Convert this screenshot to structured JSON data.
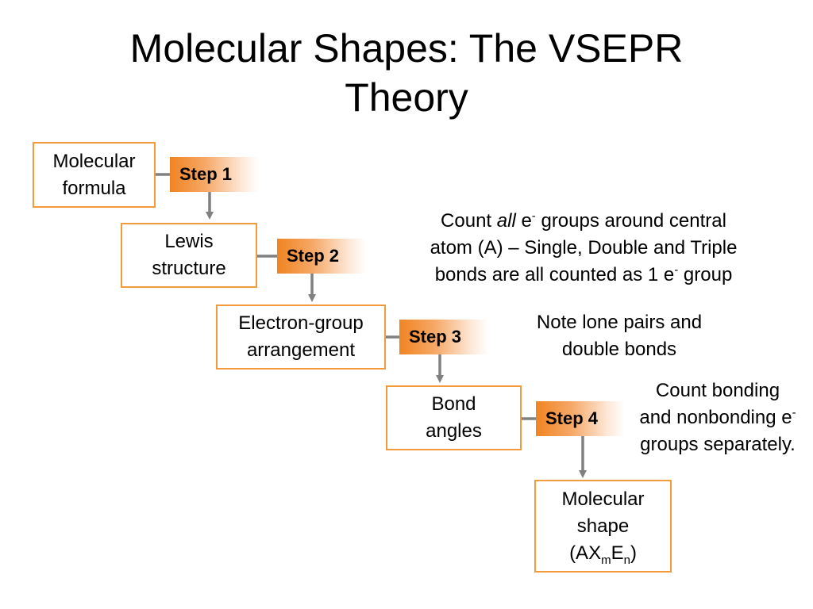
{
  "title": {
    "line1": "Molecular Shapes: The VSEPR",
    "line2": "Theory"
  },
  "boxes": {
    "b1": {
      "line1": "Molecular",
      "line2": "formula"
    },
    "b2": {
      "line1": "Lewis",
      "line2": "structure"
    },
    "b3": {
      "line1": "Electron-group",
      "line2": "arrangement"
    },
    "b4": {
      "line1": "Bond",
      "line2": "angles"
    },
    "b5": {
      "line1": "Molecular",
      "line2": "shape",
      "formula": {
        "open": "(AX",
        "sub_m": "m",
        "e": "E",
        "sub_n": "n",
        "close": ")"
      }
    }
  },
  "steps": [
    "Step 1",
    "Step 2",
    "Step 3",
    "Step 4"
  ],
  "notes": {
    "step2": {
      "l1_a": "Count ",
      "l1_italic": "all",
      "l1_b": " e",
      "l1_sup": "-",
      "l1_c": " groups around central",
      "l2": "atom (A) – Single, Double and Triple",
      "l3_a": "bonds are all counted as 1 e",
      "l3_sup": "-",
      "l3_b": " group"
    },
    "step3": {
      "l1": "Note lone pairs and",
      "l2": "double bonds"
    },
    "step4": {
      "l1": "Count bonding",
      "l2_a": "and nonbonding e",
      "l2_sup": "-",
      "l3": "groups separately."
    }
  },
  "colors": {
    "box_border": "#f39a3a",
    "step_gradient_start": "#f08422",
    "connector": "#808080"
  }
}
